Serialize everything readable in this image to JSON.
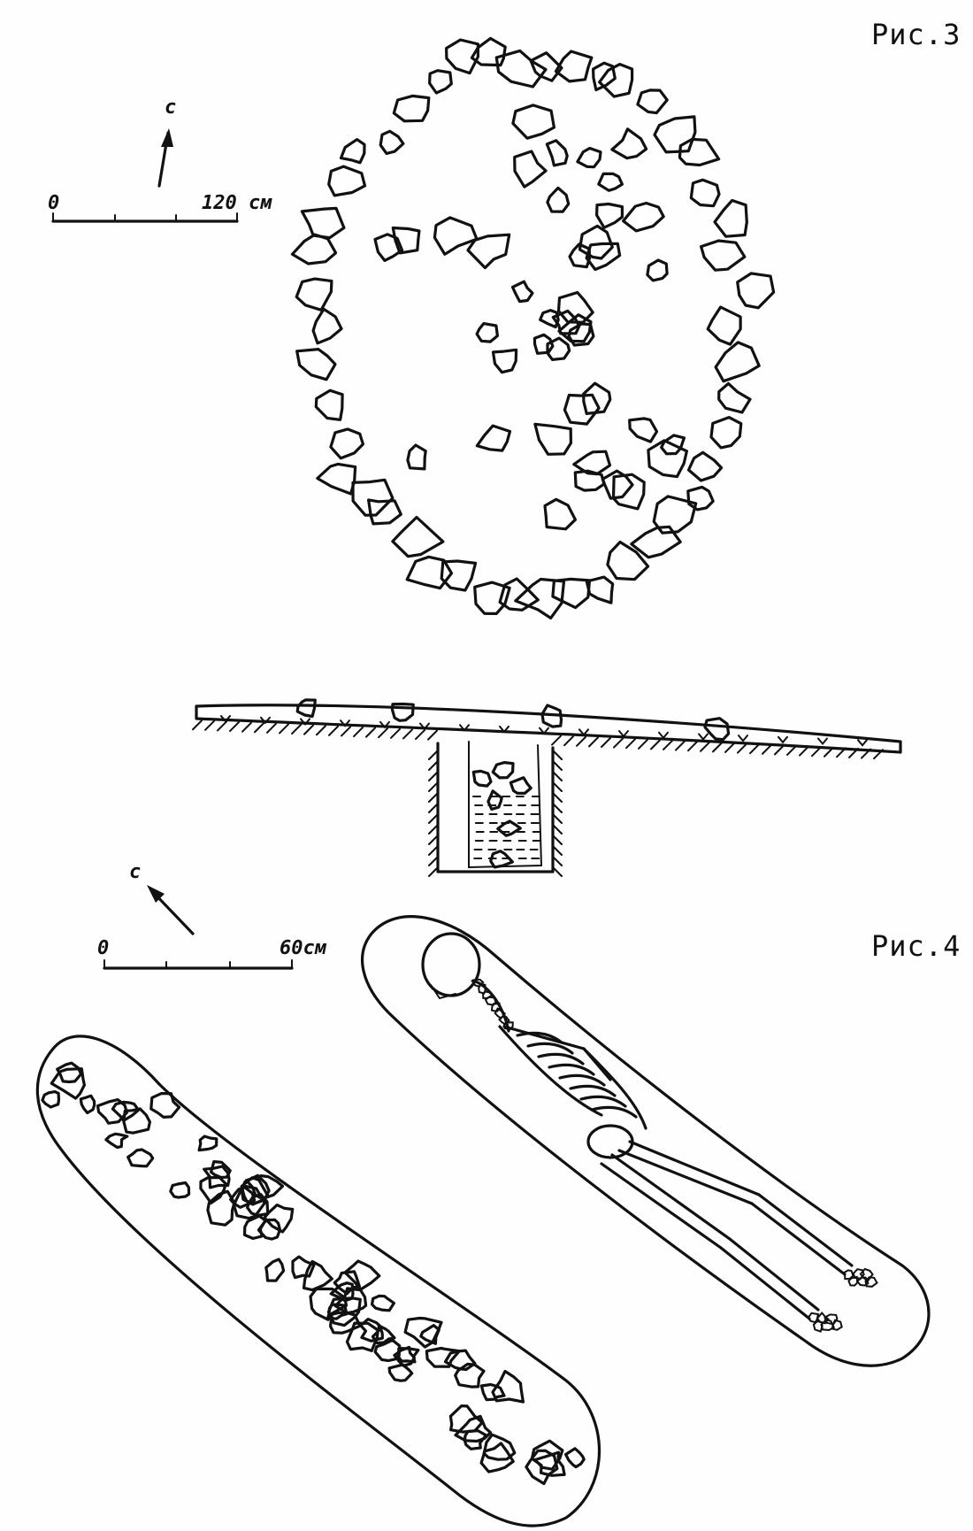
{
  "figures": {
    "fig3": {
      "label": "Рис.3",
      "north": "с",
      "scale": {
        "start": "0",
        "end": "120 см"
      }
    },
    "fig4": {
      "label": "Рис.4",
      "north": "с",
      "scale": {
        "start": "0",
        "end": "60см"
      }
    }
  }
}
